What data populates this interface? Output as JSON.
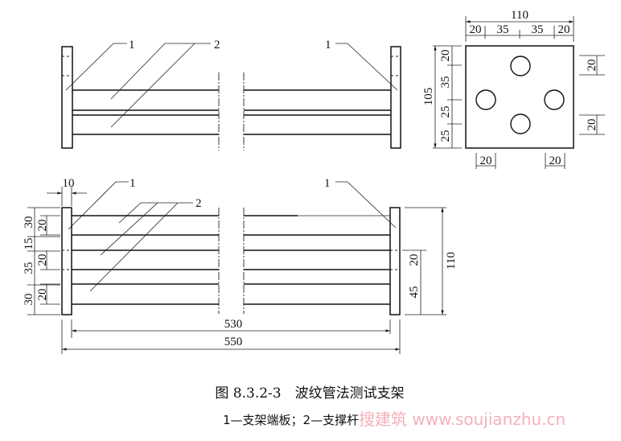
{
  "labels": {
    "end_plate": "1",
    "strut": "2"
  },
  "right_view": {
    "width_total": "110",
    "width_parts": [
      "20",
      "35",
      "35",
      "20"
    ],
    "height_total": "105",
    "height_parts": [
      "20",
      "35",
      "25",
      "25"
    ],
    "right_offsets": [
      "20",
      "20"
    ],
    "bottom_offsets": [
      "20",
      "20"
    ]
  },
  "bottom_view": {
    "plate_thickness": "10",
    "left_outer": [
      "30",
      "15",
      "35",
      "30"
    ],
    "left_inner": [
      "20",
      "20",
      "20"
    ],
    "right_parts": [
      "20",
      "45"
    ],
    "right_total": "110",
    "inner_length": "530",
    "overall_length": "550"
  },
  "caption": {
    "title": "图 8.3.2-3　波纹管法测试支架",
    "legend": "1—支架端板；2—支撑杆"
  },
  "watermark": "搜建筑 www.soujianzhu.cn"
}
